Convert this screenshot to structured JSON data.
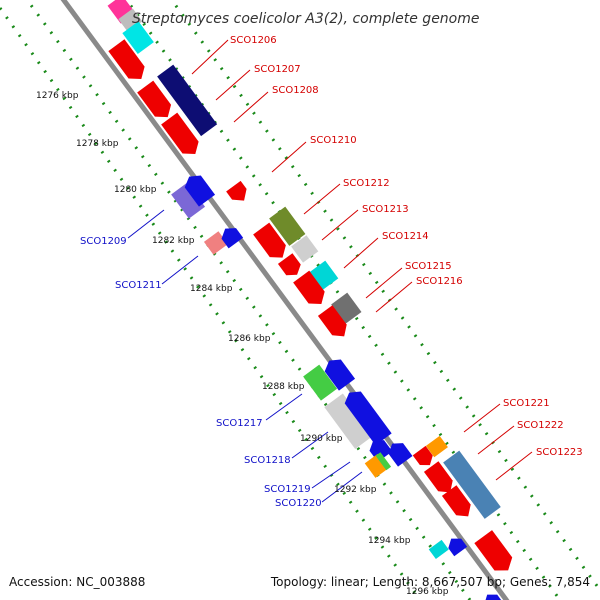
{
  "title": "Streptomyces coelicolor A3(2), complete genome",
  "footer": {
    "accession": "Accession: NC_003888",
    "summary": "Topology: linear; Length: 8,667,507 bp; Genes: 7,854"
  },
  "colors": {
    "backbone": "#8a8a8a",
    "track_dots": "#1a8a1a",
    "label_red": "#d40000",
    "label_blue": "#1010c8"
  },
  "ticks": [
    {
      "label": "1276 kbp"
    },
    {
      "label": "1278 kbp"
    },
    {
      "label": "1280 kbp"
    },
    {
      "label": "1282 kbp"
    },
    {
      "label": "1284 kbp"
    },
    {
      "label": "1286 kbp"
    },
    {
      "label": "1288 kbp"
    },
    {
      "label": "1290 kbp"
    },
    {
      "label": "1292 kbp"
    },
    {
      "label": "1294 kbp"
    },
    {
      "label": "1296 kbp"
    }
  ],
  "gene_labels_right": [
    {
      "label": "SCO1206"
    },
    {
      "label": "SCO1207"
    },
    {
      "label": "SCO1208"
    },
    {
      "label": "SCO1210"
    },
    {
      "label": "SCO1212"
    },
    {
      "label": "SCO1213"
    },
    {
      "label": "SCO1214"
    },
    {
      "label": "SCO1215"
    },
    {
      "label": "SCO1216"
    },
    {
      "label": "SCO1221"
    },
    {
      "label": "SCO1222"
    },
    {
      "label": "SCO1223"
    }
  ],
  "gene_labels_left": [
    {
      "label": "SCO1209"
    },
    {
      "label": "SCO1211"
    },
    {
      "label": "SCO1217"
    },
    {
      "label": "SCO1218"
    },
    {
      "label": "SCO1219"
    },
    {
      "label": "SCO1220"
    }
  ]
}
